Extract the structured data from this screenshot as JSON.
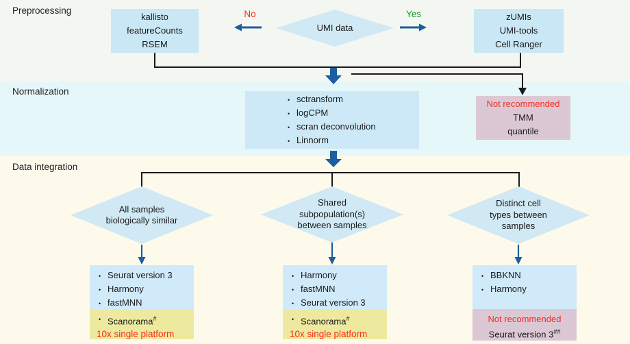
{
  "sections": {
    "preprocessing": "Preprocessing",
    "normalization": "Normalization",
    "integration": "Data integration"
  },
  "decision": {
    "question": "UMI data",
    "no": "No",
    "yes": "Yes"
  },
  "preprocessing": {
    "no_branch_tools": [
      "kallisto",
      "featureCounts",
      "RSEM"
    ],
    "yes_branch_tools": [
      "zUMIs",
      "UMI-tools",
      "Cell Ranger"
    ]
  },
  "normalization": {
    "recommended": [
      "sctransform",
      "logCPM",
      "scran deconvolution",
      "Linnorm"
    ],
    "not_recommended": {
      "warning": "Not recommended",
      "methods": [
        "TMM",
        "quantile"
      ]
    }
  },
  "integration": {
    "branches": [
      {
        "condition_lines": [
          "All samples",
          "biologically similar",
          ""
        ],
        "recommended": [
          "Seurat version 3",
          "Harmony",
          "fastMNN"
        ],
        "conditional": {
          "tool": "Scanorama",
          "sup": "#",
          "note": "10x single platform"
        }
      },
      {
        "condition_lines": [
          "Shared",
          "subpopulation(s)",
          "between samples"
        ],
        "recommended": [
          "Harmony",
          "fastMNN",
          "Seurat version 3"
        ],
        "conditional": {
          "tool": "Scanorama",
          "sup": "#",
          "note": "10x single platform"
        }
      },
      {
        "condition_lines": [
          "Distinct cell",
          "types between",
          "samples"
        ],
        "recommended": [
          "BBKNN",
          "Harmony"
        ],
        "not_recommended": {
          "warning": "Not recommended",
          "tool": "Seurat version 3",
          "sup": "##"
        }
      }
    ]
  },
  "colors": {
    "band_preprocessing": "#f3f6f1",
    "band_normalization": "#e6f7f9",
    "band_integration": "#fdfaec",
    "node_blue": "#c9e7f4",
    "result_blue": "#d0eafa",
    "conditional_yellow": "#edea9f",
    "not_recommended_pink": "#dcc8d4",
    "warning_red": "#f92a1b",
    "yes_green": "#149a2d",
    "arrow_blue": "#1b5f9e",
    "wire_black": "#1a1a1a"
  }
}
